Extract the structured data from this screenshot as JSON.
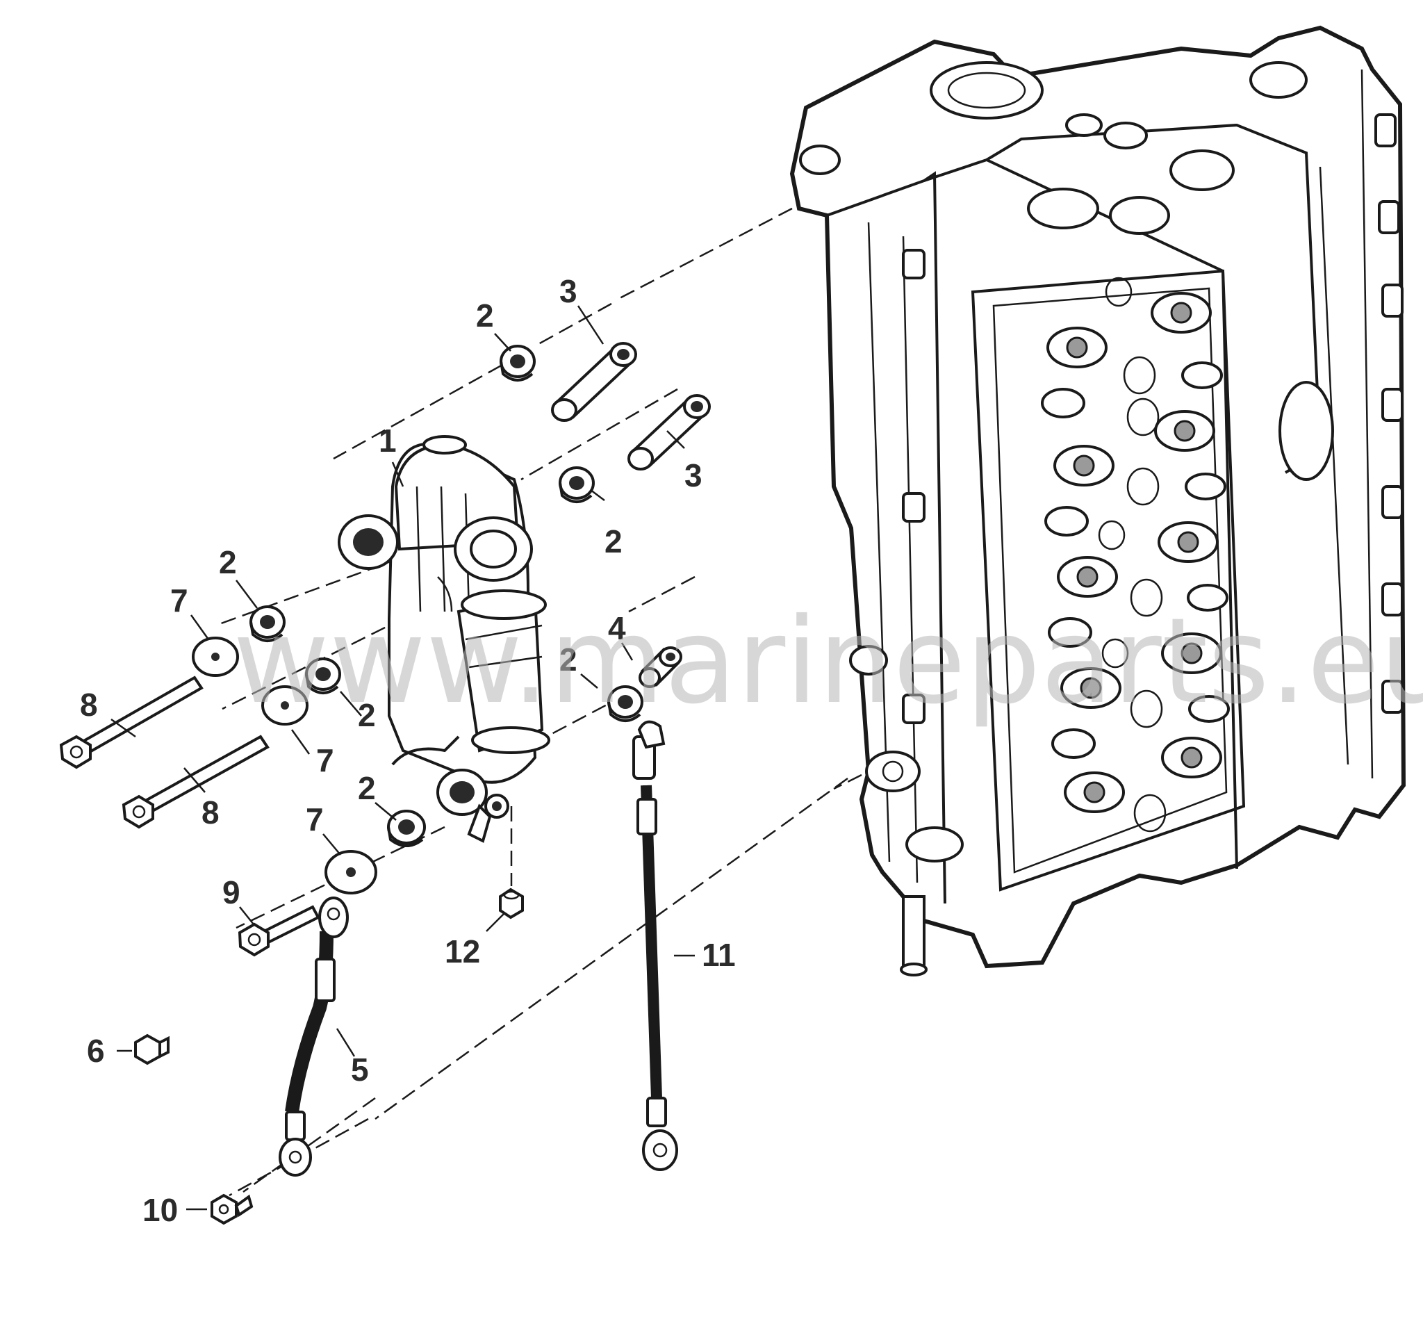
{
  "watermark": "www.marineparts.eu",
  "callouts": {
    "c1": "1",
    "c2a": "2",
    "c2b": "2",
    "c2c": "2",
    "c2d": "2",
    "c2e": "2",
    "c2f": "2",
    "c3a": "3",
    "c3b": "3",
    "c4": "4",
    "c5": "5",
    "c6": "6",
    "c7a": "7",
    "c7b": "7",
    "c7c": "7",
    "c8a": "8",
    "c8b": "8",
    "c9": "9",
    "c10": "10",
    "c11": "11",
    "c12": "12"
  },
  "parts": [
    {
      "ref": "1",
      "name": "starter-motor"
    },
    {
      "ref": "2",
      "name": "grommet"
    },
    {
      "ref": "3",
      "name": "sleeve"
    },
    {
      "ref": "4",
      "name": "sleeve-short"
    },
    {
      "ref": "5",
      "name": "ground-cable"
    },
    {
      "ref": "6",
      "name": "nut"
    },
    {
      "ref": "7",
      "name": "washer"
    },
    {
      "ref": "8",
      "name": "bolt-long"
    },
    {
      "ref": "9",
      "name": "bolt-short"
    },
    {
      "ref": "10",
      "name": "screw"
    },
    {
      "ref": "11",
      "name": "battery-cable"
    },
    {
      "ref": "12",
      "name": "nut-small"
    }
  ]
}
